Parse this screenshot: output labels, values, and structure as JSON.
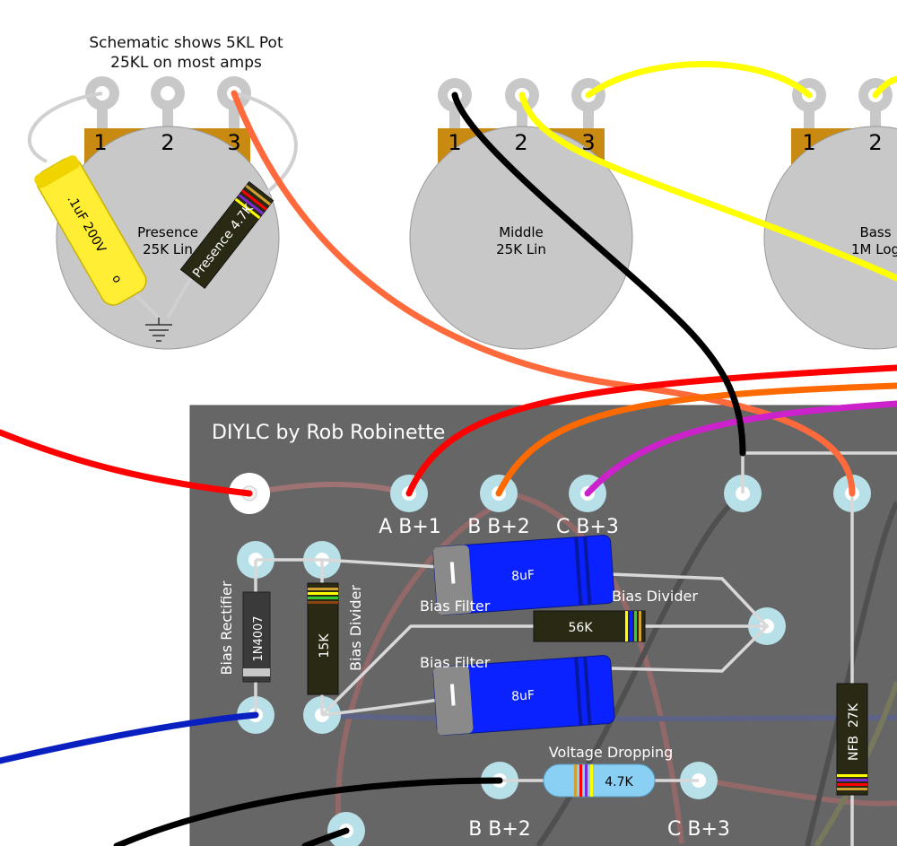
{
  "note": {
    "line1": "Schematic shows 5KL Pot",
    "line2": "25KL on most amps"
  },
  "board": {
    "title": "DIYLC by Rob Robinette",
    "color": "#666666"
  },
  "pots": {
    "presence": {
      "name": "Presence",
      "value": "25K Lin",
      "pins": [
        "1",
        "2",
        "3"
      ]
    },
    "middle": {
      "name": "Middle",
      "value": "25K Lin",
      "pins": [
        "1",
        "2",
        "3"
      ]
    },
    "bass": {
      "name": "Bass",
      "value": "1M Log",
      "pins": [
        "1",
        "2"
      ]
    }
  },
  "components": {
    "presence_cap": ".1uF 200V",
    "presence_resistor": "Presence 4.7K",
    "diode": "1N4007",
    "bias_rectifier": "Bias Rectifier",
    "bias_divider_resistor": "15K",
    "bias_divider_label_vertical": "Bias Divider",
    "bias_filter_1": "Bias Filter",
    "bias_filter_2": "Bias Filter",
    "cap_1": "8uF",
    "cap_2": "8uF",
    "bias_divider_label": "Bias Divider",
    "resistor_56k": "56K",
    "voltage_dropping": "Voltage Dropping",
    "resistor_47k": "4.7K",
    "nfb_resistor": "NFB  27K"
  },
  "labels": {
    "ab1": "A B+1",
    "bb2_top": "B B+2",
    "cb3_top": "C B+3",
    "bb2_bottom": "B B+2",
    "cb3_bottom": "C B+3"
  },
  "colors": {
    "wire_red": "#ff0000",
    "wire_orange": "#ff6a00",
    "wire_salmon": "#ff6a3d",
    "wire_purple": "#cc22cc",
    "wire_yellow": "#ffff00",
    "wire_black": "#000000",
    "wire_blue": "#0a1fc0",
    "cap_blue": "#0a22ff",
    "cap_yellow": "#ffee33",
    "pot_body": "#c8c8c8",
    "pot_tab": "#c98a12",
    "eyelet": "#b8e0e8"
  }
}
